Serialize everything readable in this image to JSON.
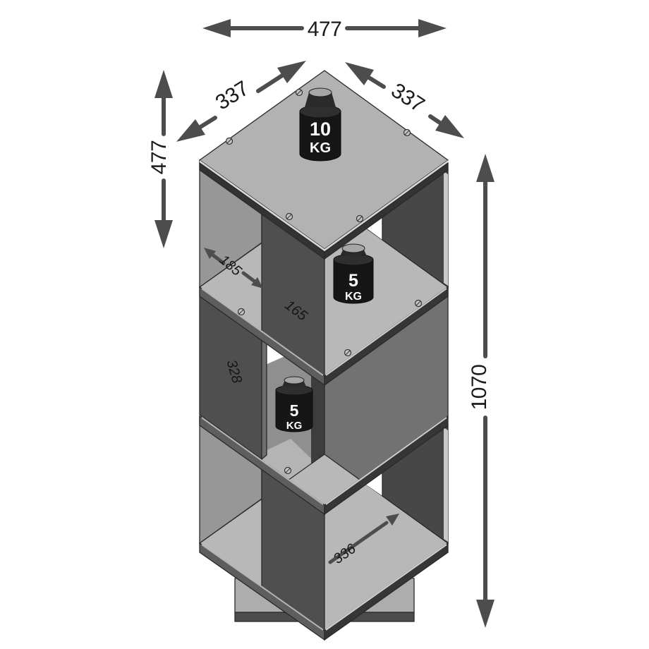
{
  "dimensions": {
    "width_top": "477",
    "depth_left": "337",
    "depth_right": "337",
    "height_upper": "477",
    "height_total": "1070",
    "inner_width": "185",
    "inner_mid": "165",
    "inner_height": "328",
    "inner_depth": "336"
  },
  "weights": [
    {
      "value": "10",
      "unit": "KG"
    },
    {
      "value": "5",
      "unit": "KG"
    },
    {
      "value": "5",
      "unit": "KG"
    }
  ],
  "colors": {
    "background": "#ffffff",
    "dimension": "#4d4d4d",
    "top_face": "#b2b2b2",
    "floor": "#b8b8b8",
    "inner_wall_light": "#979797",
    "panel_dark": "#4f4f4f",
    "panel_dark2": "#474747",
    "panel_medium": "#727272",
    "slab_left": "#5e5e5e",
    "slab_right": "#363636",
    "base_plate": "#adadad",
    "base_band": "#4c4c4c",
    "weight_body": "#161616",
    "weight_knob": "#a6a6a6",
    "outline": "#2a2a2a"
  }
}
